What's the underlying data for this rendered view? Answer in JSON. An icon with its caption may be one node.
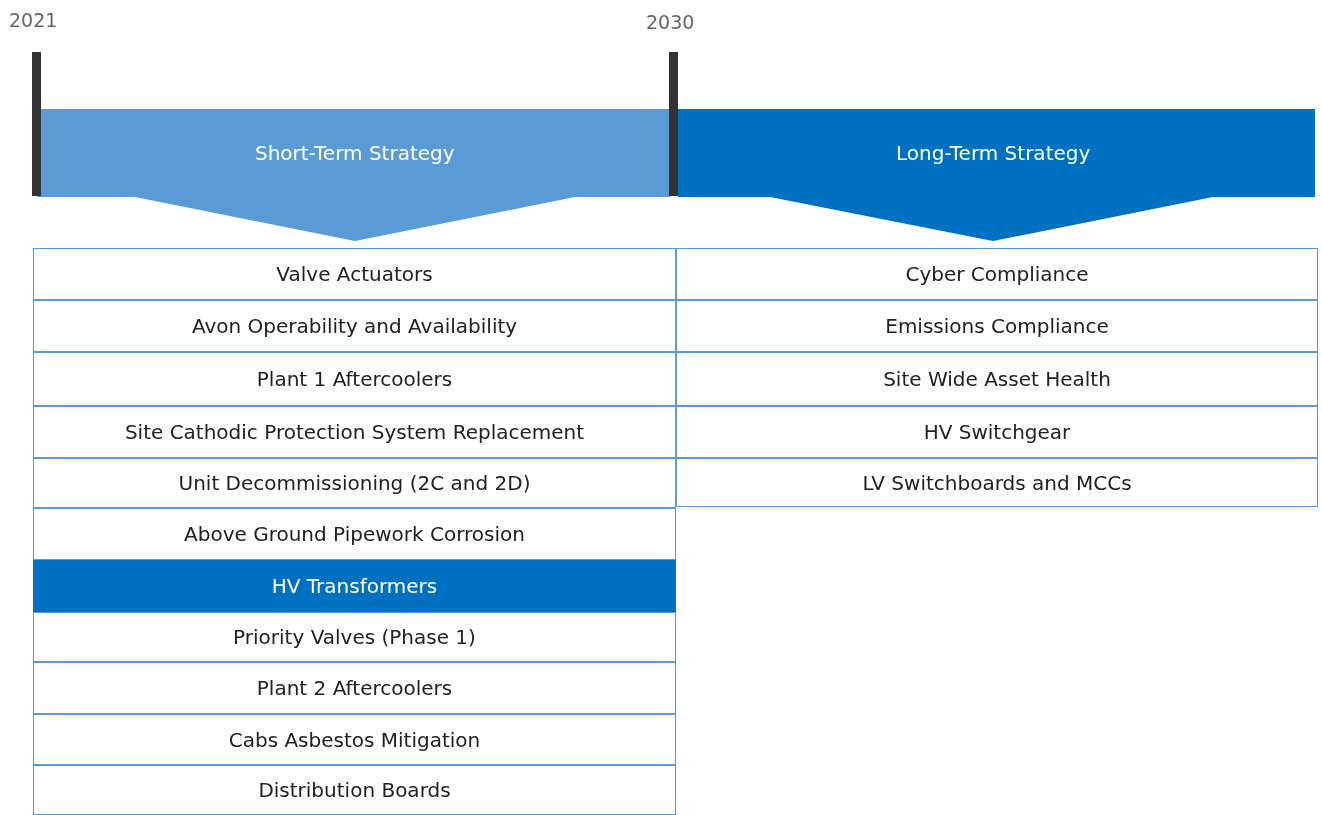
{
  "diagram": {
    "nodes": [
      {
        "text": [
          "Short-Term Strategy"
        ]
      },
      {
        "text": [
          "Long-Term Strategy"
        ]
      },
      {
        "text": [
          "Valve Actuators"
        ]
      },
      {
        "text": [
          "Avon Operability and Availability"
        ]
      },
      {
        "text": [
          "Plant 1 Aftercoolers"
        ]
      },
      {
        "text": [
          "Site Cathodic Protection System Replacement"
        ]
      },
      {
        "text": [
          "Unit Decommissioning (2C and 2D)"
        ]
      },
      {
        "text": [
          "Above Ground Pipework Corrosion"
        ]
      },
      {
        "text": [
          "HV Transformers"
        ]
      },
      {
        "text": [
          "Priority Valves (Phase 1)"
        ]
      },
      {
        "text": [
          "Plant 2 Aftercoolers"
        ]
      },
      {
        "text": [
          "Cabs Asbestos Mitigation"
        ]
      },
      {
        "text": [
          "Distribution Boards"
        ]
      },
      {
        "text": [
          "Cyber Compliance"
        ]
      },
      {
        "text": [
          "Emissions Compliance"
        ]
      },
      {
        "text": [
          "Site Wide Asset Health"
        ]
      },
      {
        "text": [
          "HV Switchgear"
        ]
      },
      {
        "text": [
          "LV Switchboards and MCCs"
        ]
      }
    ],
    "labels": [
      "2021",
      "2030"
    ]
  }
}
